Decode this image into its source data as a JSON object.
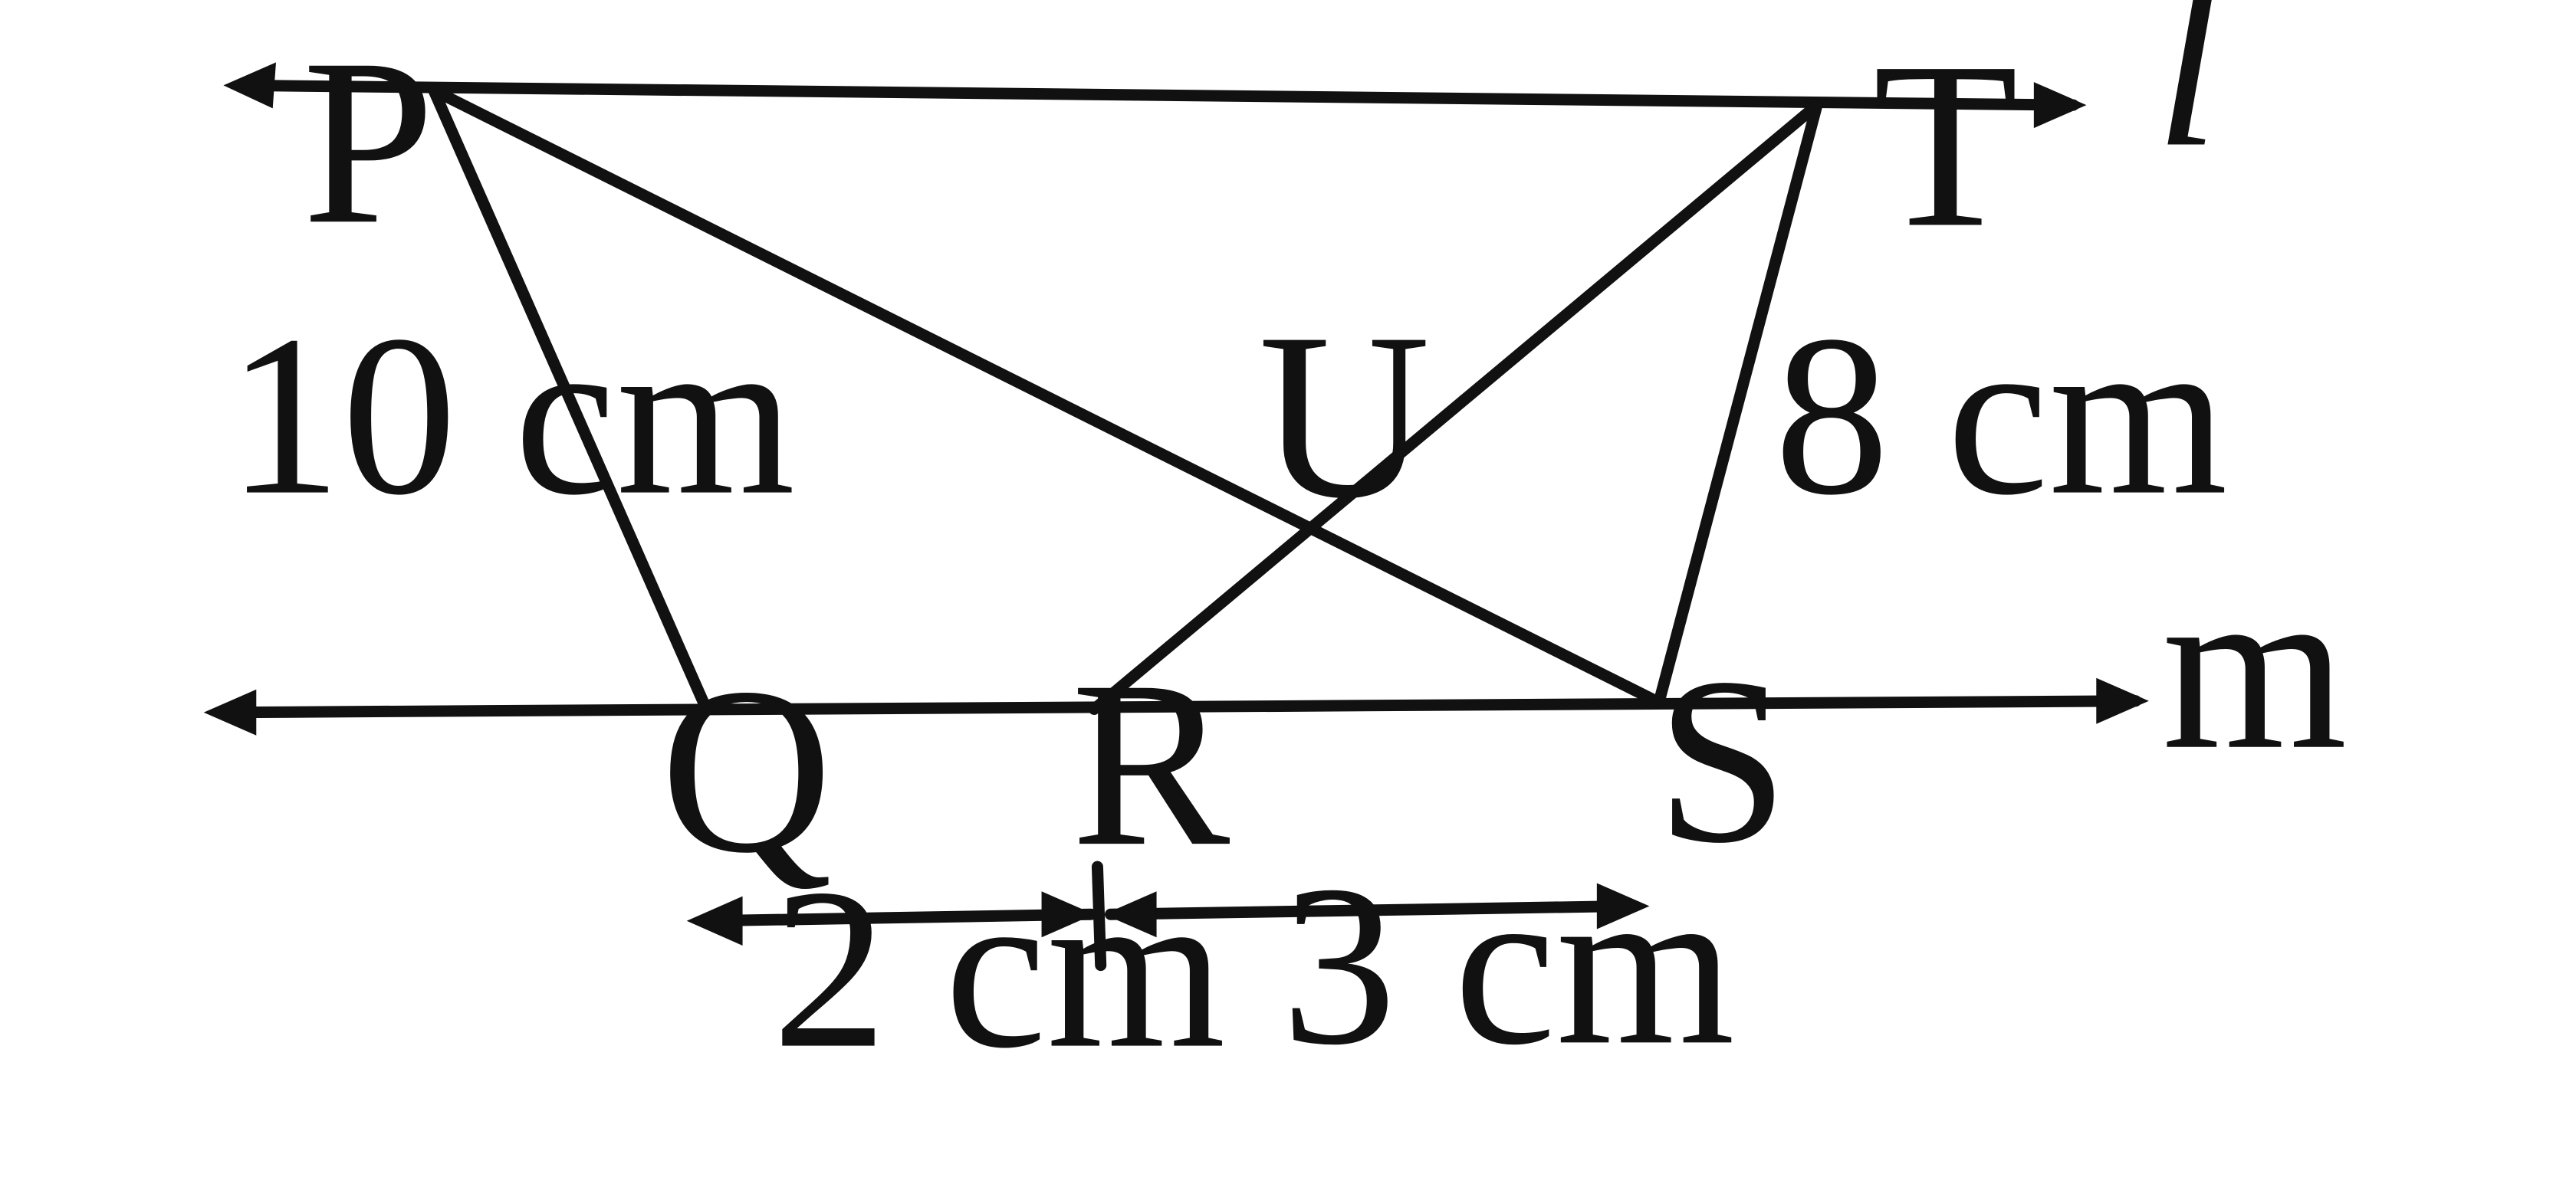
{
  "diagram": {
    "lines": {
      "top": "l",
      "bottom": "m"
    },
    "points": {
      "P": "P",
      "T": "T",
      "U": "U",
      "Q": "Q",
      "R": "R",
      "S": "S"
    },
    "measurements": {
      "pq": "10 cm",
      "st": "8 cm",
      "qr": "2 cm",
      "rs": "3 cm"
    },
    "colors": {
      "ink": "#111111",
      "background": "#ffffff"
    }
  }
}
